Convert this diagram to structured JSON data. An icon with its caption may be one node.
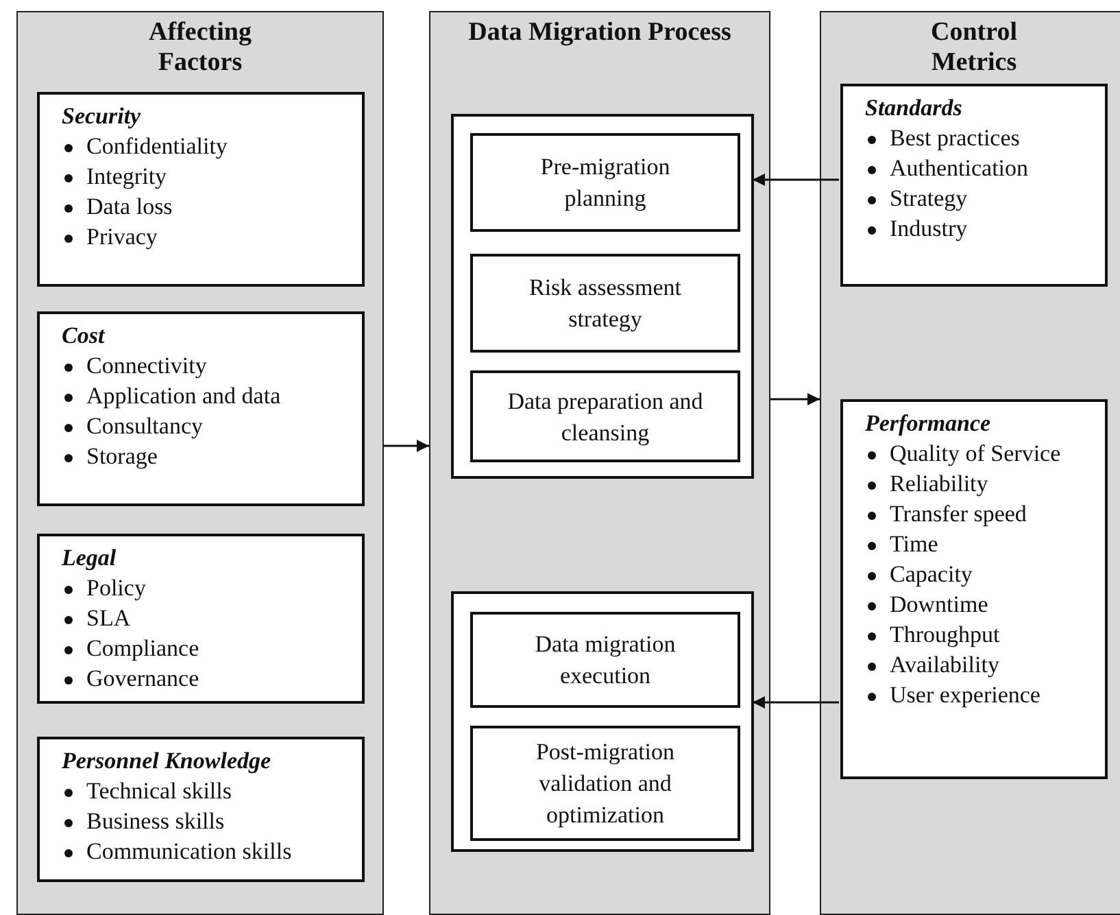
{
  "diagram": {
    "nodes": [
      {
        "text": [
          "Affecting Factors"
        ]
      },
      {
        "text": [
          "Security",
          "Confidentiality",
          "Integrity",
          "Data loss",
          "Privacy"
        ],
        "in": 0
      },
      {
        "text": [
          "Cost",
          "Connectivity",
          "Application and data",
          "Consultancy",
          "Storage"
        ],
        "in": 0
      },
      {
        "text": [
          "Legal",
          "Policy",
          "SLA",
          "Compliance",
          "Governance"
        ],
        "in": 0
      },
      {
        "text": [
          "Personnel Knowledge",
          "Technical skills",
          "Business skills",
          "Communication skills"
        ],
        "in": 0
      },
      {
        "text": [
          "Data Migration Process"
        ]
      },
      {
        "text": [],
        "shape": "box",
        "in": 5
      },
      {
        "text": [
          "Pre-migration planning"
        ],
        "in": 6
      },
      {
        "text": [
          "Risk assessment strategy"
        ],
        "in": 6
      },
      {
        "text": [
          "Data preparation and cleansing"
        ],
        "in": 6
      },
      {
        "text": [],
        "shape": "box",
        "in": 5
      },
      {
        "text": [
          "Data migration execution"
        ],
        "in": 10
      },
      {
        "text": [
          "Post-migration validation and optimization"
        ],
        "in": 10
      },
      {
        "text": [
          "Control Metrics"
        ]
      },
      {
        "text": [
          "Standards",
          "Best practices",
          "Authentication",
          "Strategy",
          "Industry"
        ],
        "in": 13
      },
      {
        "text": [
          "Performance",
          "Quality of Service",
          "Reliability",
          "Transfer speed",
          "Time",
          "Capacity",
          "Downtime",
          "Throughput",
          "Availability",
          "User experience"
        ],
        "in": 13
      }
    ],
    "edges": [
      {
        "from": 0,
        "to": 5,
        "arrow": "to"
      },
      {
        "from": 5,
        "to": 13,
        "arrow": "to"
      },
      {
        "from": 14,
        "to": 6,
        "arrow": "to"
      },
      {
        "from": 15,
        "to": 10,
        "arrow": "to"
      }
    ]
  }
}
